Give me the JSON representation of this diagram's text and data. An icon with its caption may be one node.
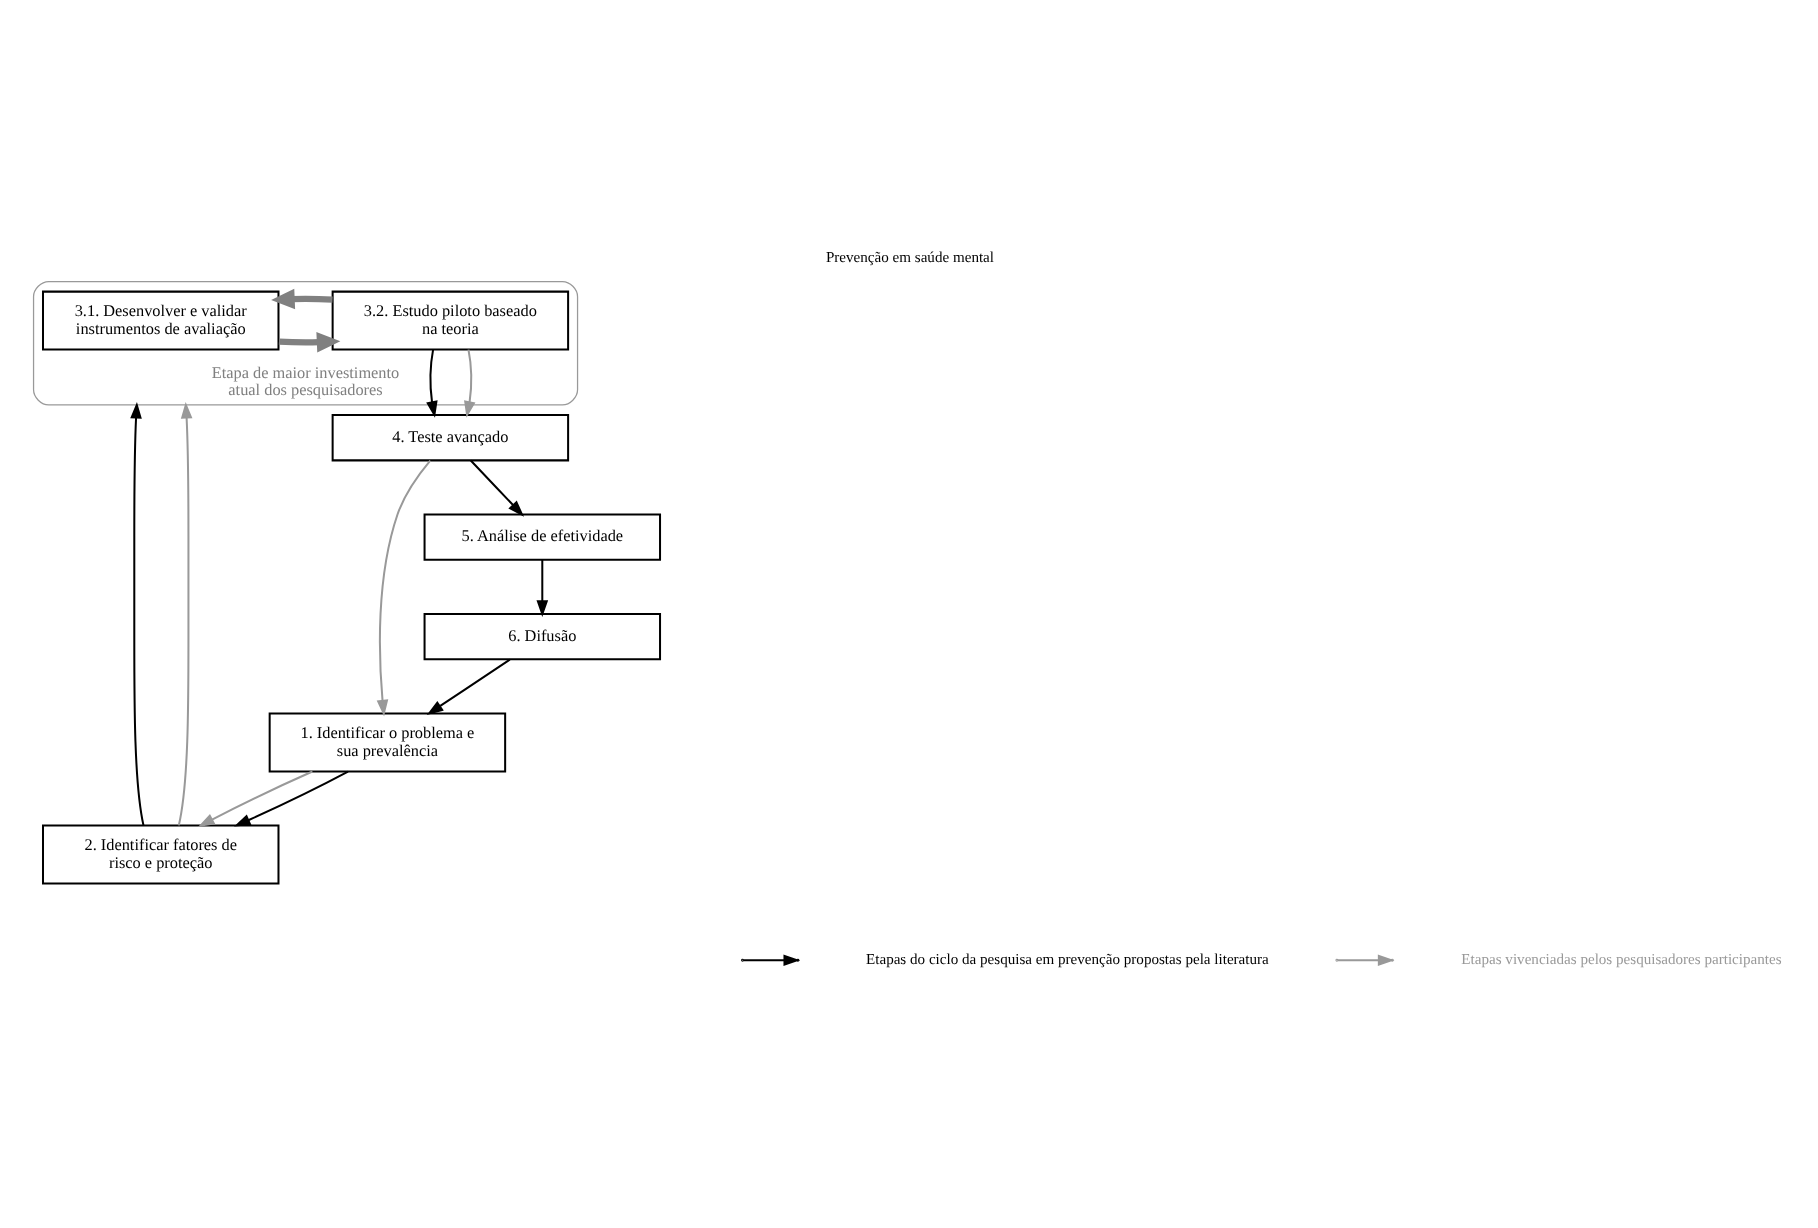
{
  "diagram": {
    "title": "Prevenção em saúde mental",
    "nodes": [
      {
        "text": [
          "1. Identificar o problema e sua prevalência"
        ]
      },
      {
        "text": [
          "2. Identificar fatores de risco e proteção"
        ]
      },
      {
        "text": [
          "Etapa de maior investimento atual dos pesquisadores"
        ]
      },
      {
        "text": [
          "3.1. Desenvolver e validar instrumentos de avaliação"
        ],
        "in": 2
      },
      {
        "text": [
          "3.2. Estudo piloto baseado na teoria"
        ],
        "in": 2
      },
      {
        "text": [
          "4. Teste avançado"
        ]
      },
      {
        "text": [
          "5. Análise de efetividade"
        ]
      },
      {
        "text": [
          "6. Difusão"
        ]
      }
    ],
    "edges": [
      {
        "from": 0,
        "to": 1,
        "arrow": "to",
        "color": "#999999"
      },
      {
        "from": 0,
        "to": 1,
        "arrow": "to"
      },
      {
        "from": 1,
        "to": 2,
        "arrow": "to"
      },
      {
        "from": 1,
        "to": 2,
        "arrow": "to",
        "color": "#999999"
      },
      {
        "from": 3,
        "to": 4,
        "arrow": "to",
        "style": "thick",
        "color": "#808080"
      },
      {
        "from": 4,
        "to": 3,
        "arrow": "to",
        "style": "thick",
        "color": "#808080"
      },
      {
        "from": 4,
        "to": 5,
        "arrow": "to"
      },
      {
        "from": 4,
        "to": 5,
        "arrow": "to",
        "color": "#999999"
      },
      {
        "from": 5,
        "to": 6,
        "arrow": "to"
      },
      {
        "from": 6,
        "to": 7,
        "arrow": "to"
      },
      {
        "from": 7,
        "to": 0,
        "arrow": "to"
      },
      {
        "from": 5,
        "to": 0,
        "arrow": "to",
        "color": "#999999"
      }
    ],
    "legend": [
      {
        "text": "Etapas do ciclo da pesquisa em prevenção propostas pela literatura"
      },
      {
        "text": "Etapas vivenciadas pelos pesquisadores participantes"
      }
    ]
  }
}
